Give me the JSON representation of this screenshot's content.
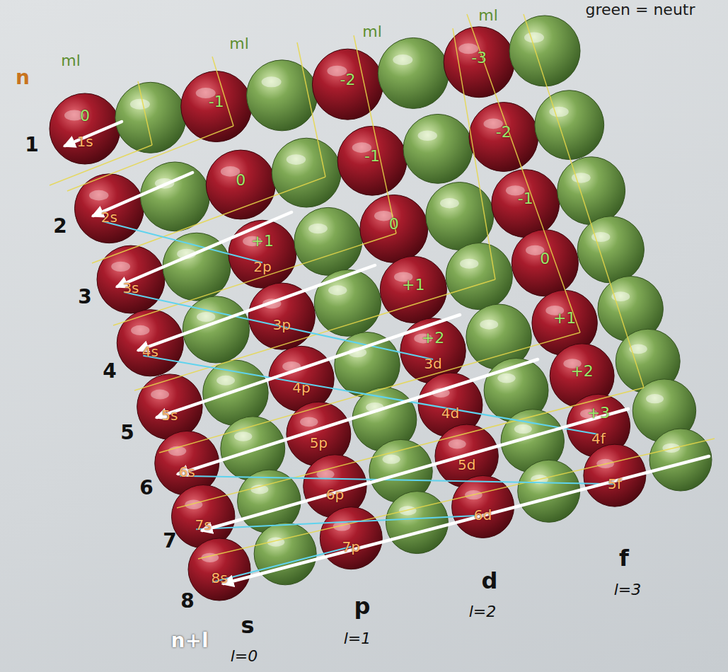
{
  "diagram": {
    "labels": [
      "green = neutr",
      "ml",
      "ml",
      "ml",
      "ml",
      "n",
      "1",
      "2",
      "3",
      "4",
      "5",
      "6",
      "7",
      "8",
      "n+l",
      "s",
      "l=0",
      "p",
      "l=1",
      "d",
      "l=2",
      "f",
      "l=3",
      "0",
      "-1",
      "0",
      "+1",
      "-2",
      "-1",
      "0",
      "+1",
      "+2",
      "-3",
      "-2",
      "-1",
      "0",
      "+1",
      "+2",
      "+3",
      "1s",
      "2s",
      "3s",
      "4s",
      "5s",
      "6s",
      "7s",
      "8s",
      "2p",
      "3p",
      "4p",
      "5p",
      "6p",
      "7p",
      "3d",
      "4d",
      "5d",
      "6d",
      "4f",
      "5f"
    ]
  }
}
